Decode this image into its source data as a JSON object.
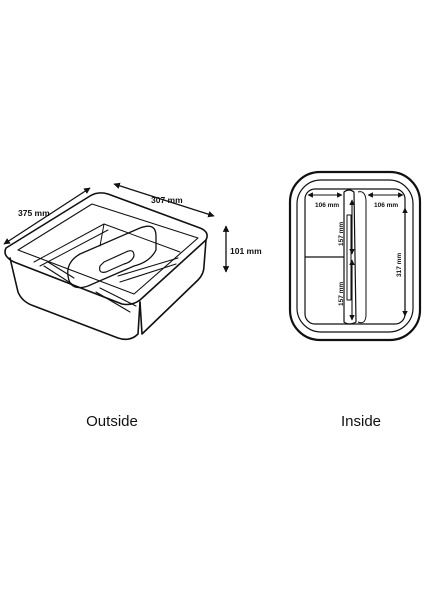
{
  "outside": {
    "caption": "Outside",
    "dimensions": {
      "length": "375 mm",
      "width": "307 mm",
      "height": "101 mm"
    }
  },
  "inside": {
    "caption": "Inside",
    "dimensions": {
      "left_width": "106 mm",
      "right_width": "106 mm",
      "upper_depth": "157 mm",
      "lower_depth": "157 mm",
      "total_depth": "317 mm"
    }
  },
  "colors": {
    "stroke": "#111111",
    "background": "#ffffff"
  }
}
